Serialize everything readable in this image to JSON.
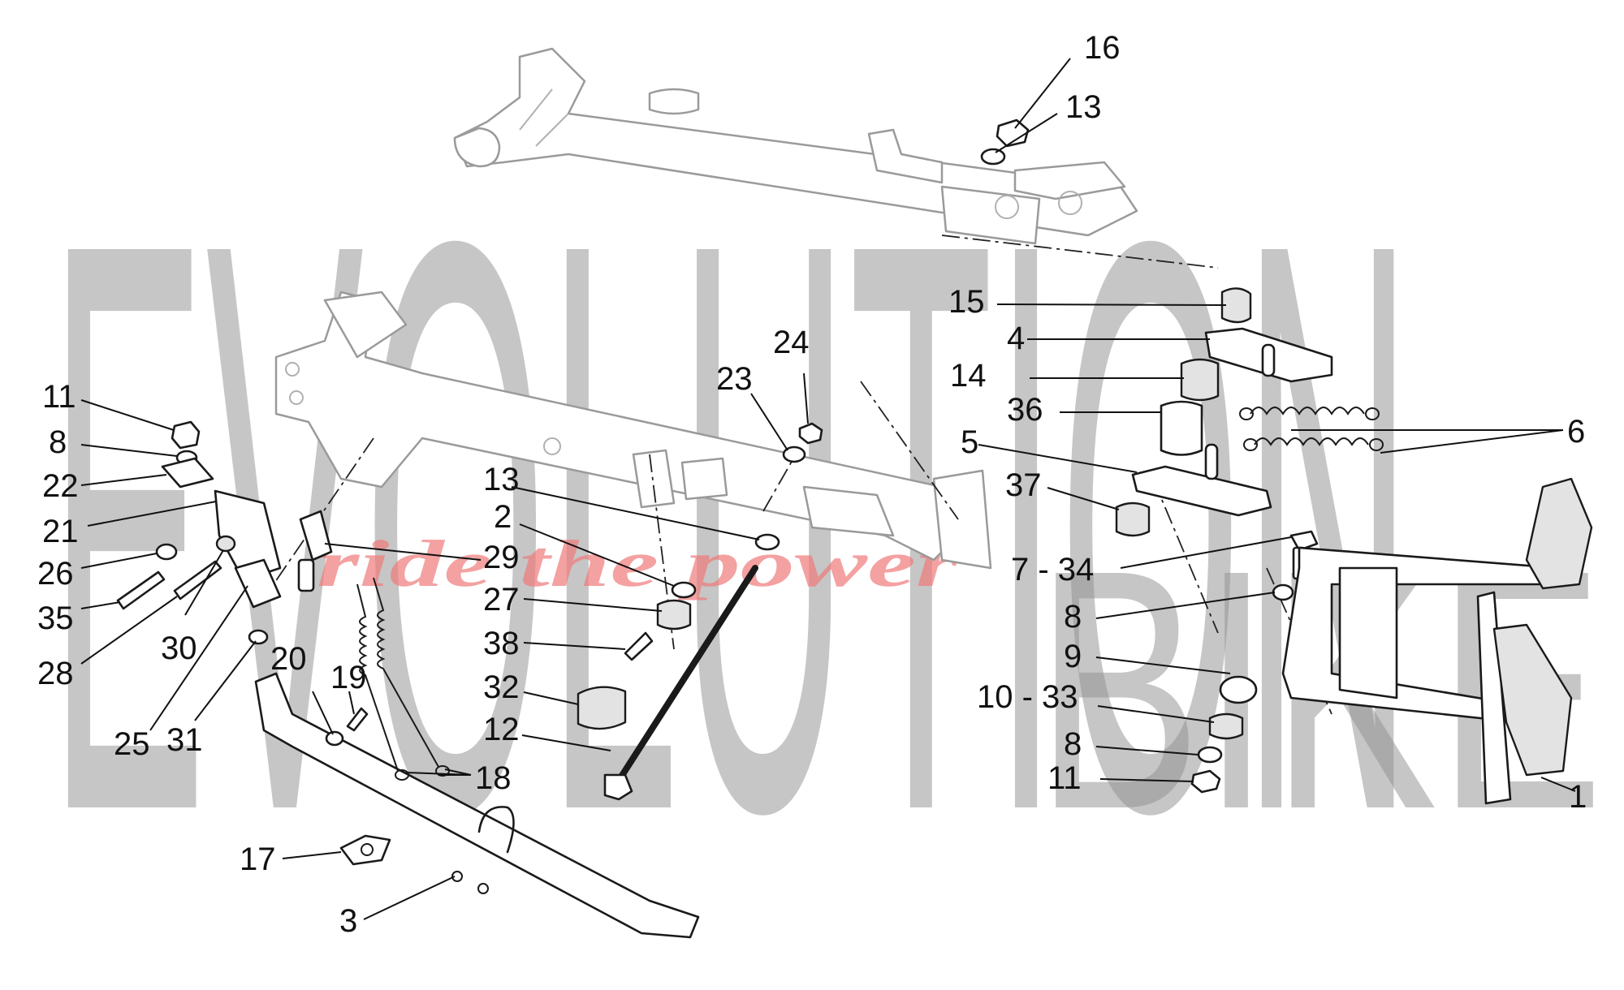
{
  "watermark": {
    "word_one": "EVOLUTION",
    "word_two": "BIKE",
    "slogan": "ride the power"
  },
  "callouts": [
    {
      "id": "c16",
      "label": "16"
    },
    {
      "id": "c13a",
      "label": "13"
    },
    {
      "id": "c15",
      "label": "15"
    },
    {
      "id": "c4",
      "label": "4"
    },
    {
      "id": "c14",
      "label": "14"
    },
    {
      "id": "c36",
      "label": "36"
    },
    {
      "id": "c6",
      "label": "6"
    },
    {
      "id": "c5",
      "label": "5"
    },
    {
      "id": "c37",
      "label": "37"
    },
    {
      "id": "c734",
      "label": "7 - 34"
    },
    {
      "id": "c8a",
      "label": "8"
    },
    {
      "id": "c9",
      "label": "9"
    },
    {
      "id": "c1033",
      "label": "10 - 33"
    },
    {
      "id": "c8b",
      "label": "8"
    },
    {
      "id": "c11a",
      "label": "11"
    },
    {
      "id": "c1",
      "label": "1"
    },
    {
      "id": "c24",
      "label": "24"
    },
    {
      "id": "c23",
      "label": "23"
    },
    {
      "id": "c13b",
      "label": "13"
    },
    {
      "id": "c2",
      "label": "2"
    },
    {
      "id": "c29",
      "label": "29"
    },
    {
      "id": "c27",
      "label": "27"
    },
    {
      "id": "c38",
      "label": "38"
    },
    {
      "id": "c32",
      "label": "32"
    },
    {
      "id": "c12",
      "label": "12"
    },
    {
      "id": "c18",
      "label": "18"
    },
    {
      "id": "c19",
      "label": "19"
    },
    {
      "id": "c20",
      "label": "20"
    },
    {
      "id": "c17",
      "label": "17"
    },
    {
      "id": "c3",
      "label": "3"
    },
    {
      "id": "c11b",
      "label": "11"
    },
    {
      "id": "c8c",
      "label": "8"
    },
    {
      "id": "c22",
      "label": "22"
    },
    {
      "id": "c21",
      "label": "21"
    },
    {
      "id": "c26",
      "label": "26"
    },
    {
      "id": "c35",
      "label": "35"
    },
    {
      "id": "c30",
      "label": "30"
    },
    {
      "id": "c28",
      "label": "28"
    },
    {
      "id": "c25",
      "label": "25"
    },
    {
      "id": "c31",
      "label": "31"
    }
  ]
}
